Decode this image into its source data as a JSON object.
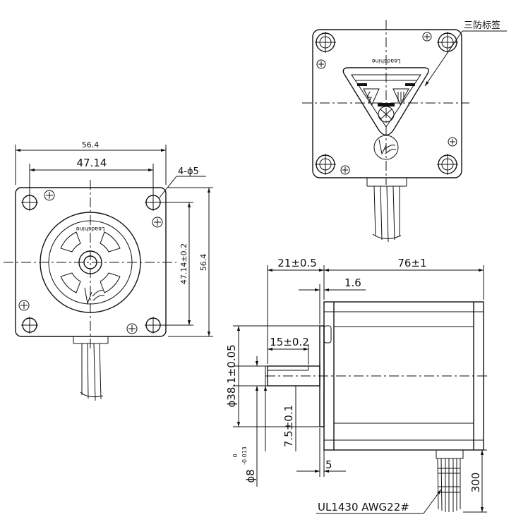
{
  "front_view": {
    "width_overall": "56.4",
    "hole_spacing_h": "47.14",
    "holes": "4-ϕ5",
    "hole_spacing_v": "47.14±0.2",
    "height_overall": "56.4",
    "brand": "Leadshine"
  },
  "rear_view": {
    "label": "三防标签",
    "brand": "Leadshine"
  },
  "side_view": {
    "flange_to_shaft": "21±0.5",
    "body_length": "76±1",
    "flange_thickness": "1.6",
    "flat_length": "15±0.2",
    "pilot_diameter": "ϕ38.1±0.05",
    "flat_depth": "7.5±0.1",
    "shaft_diameter": "ϕ8",
    "shaft_tol_upper": "0",
    "shaft_tol_lower": "-0.013",
    "pilot_depth": "5",
    "lead_length": "300",
    "wire_spec": "UL1430 AWG22#"
  }
}
